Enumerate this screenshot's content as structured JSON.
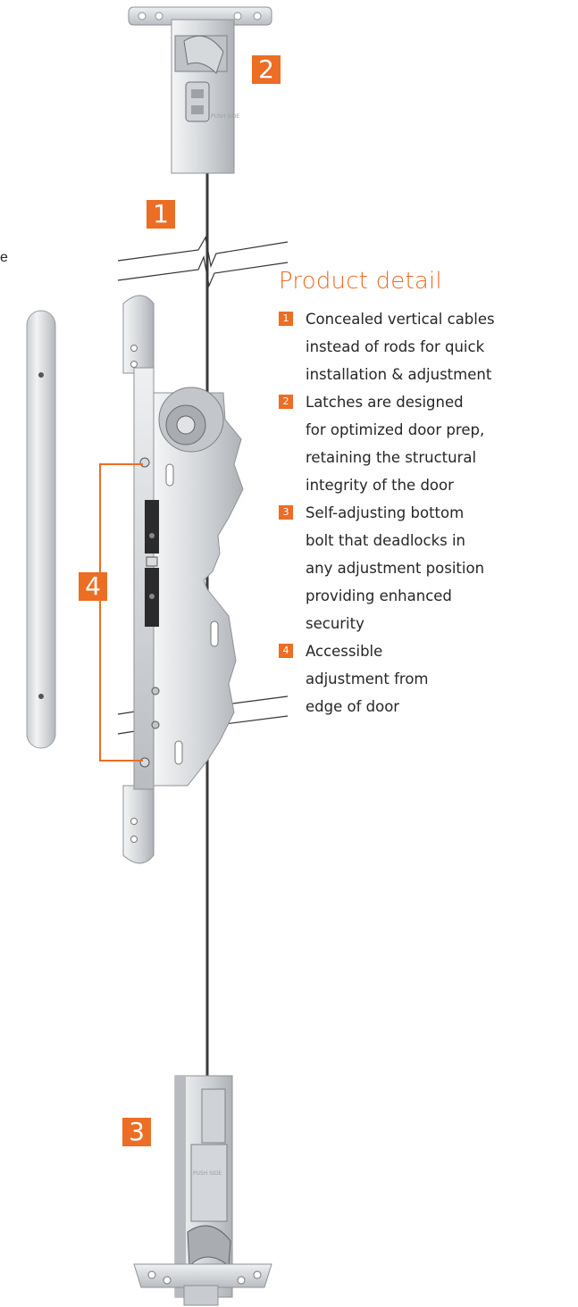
{
  "badges": {
    "one": "1",
    "two": "2",
    "three": "3",
    "four": "4"
  },
  "stray_letter": "e",
  "hardware_markings": {
    "top_latch": "PUSH SIDE",
    "bottom_latch": "PUSH SIDE"
  },
  "product_detail": {
    "title": "Product detail",
    "items": [
      {
        "num": "1",
        "lines": [
          "Concealed vertical cables",
          "instead of rods for quick",
          "installation & adjustment"
        ]
      },
      {
        "num": "2",
        "lines": [
          "Latches are designed",
          "for optimized door prep,",
          "retaining the structural",
          "integrity of the door"
        ]
      },
      {
        "num": "3",
        "lines": [
          "Self-adjusting bottom",
          "bolt that deadlocks in",
          "any adjustment position",
          "providing enhanced",
          "security"
        ]
      },
      {
        "num": "4",
        "lines": [
          "Accessible",
          "adjustment from",
          "edge of door"
        ]
      }
    ]
  },
  "colors": {
    "accent": "#ec6d24",
    "text": "#262626",
    "metal_light": "#e9eaec",
    "metal_mid": "#c4c7cb",
    "metal_dark": "#8e9297",
    "mechanism_black": "#2b2b2d"
  }
}
